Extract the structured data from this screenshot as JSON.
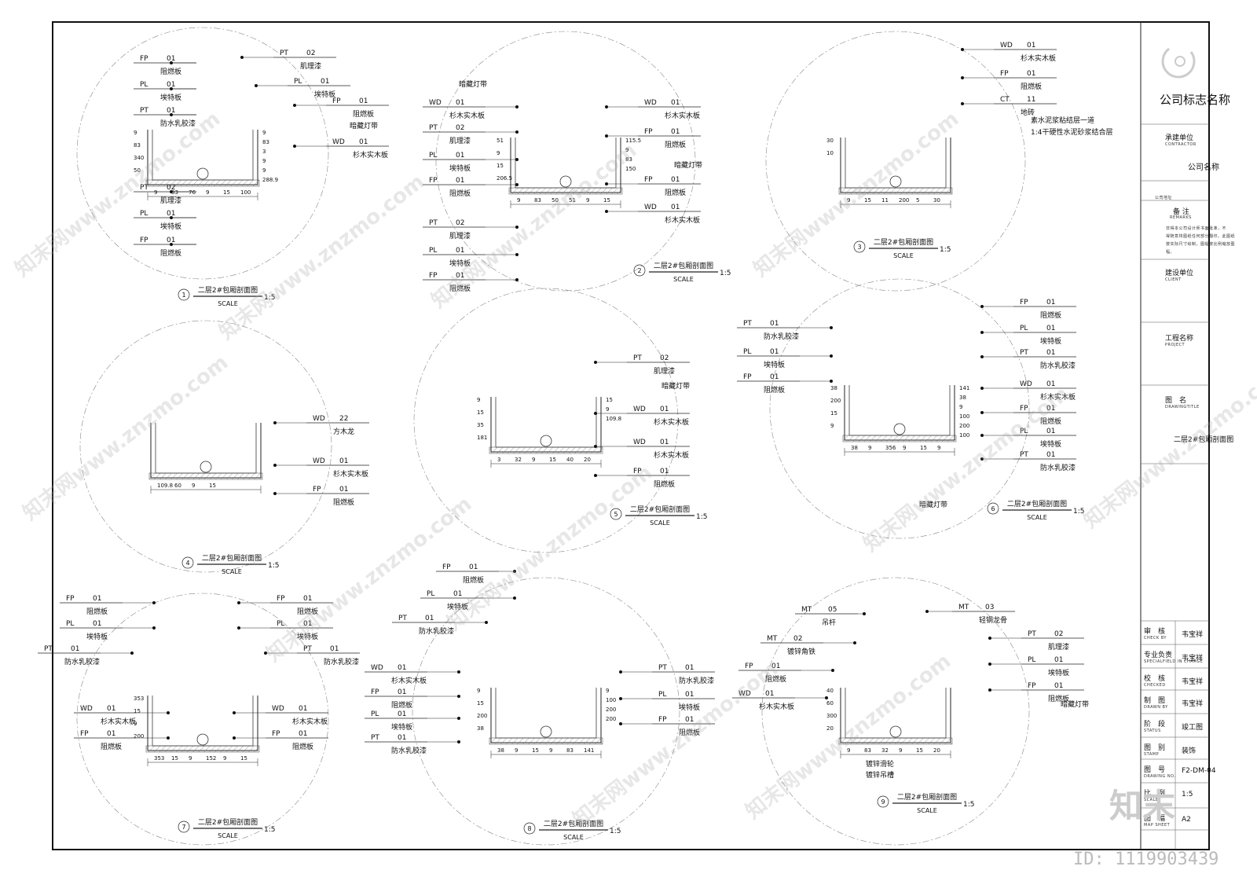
{
  "brand": {
    "company_logo_name": "公司标志名称",
    "watermark": "知末网www.znzmo.com",
    "logo_text": "知末",
    "id_text": "ID: 1119903439"
  },
  "title_block": {
    "contractor_label": "承建单位",
    "contractor_en": "CONTRACTOR",
    "company_name": "公司名称",
    "company_address": "公司地址",
    "remarks_label": "备 注",
    "remarks_en": "REMARKS",
    "remarks_text": [
      "非得本公司设计师书面批准，不",
      "得随意将图纸任何部分翻印。此图纸",
      "按实际尺寸绘制，图幅按比例缩放图",
      "幅。"
    ],
    "client_label": "建设单位",
    "client_en": "CLIENT",
    "project_label": "工程名称",
    "project_en": "PROJECT",
    "drawing_title_label": "图　名",
    "drawing_title_en": "DRAWINGTITLE",
    "drawing_title": "二层2#包厢剖面图",
    "rows": [
      {
        "label": "审　核",
        "en": "CHECK BY",
        "value": "韦宝祥"
      },
      {
        "label": "专业负责",
        "en": "SPECIALFIELD IN CHARGE",
        "value": "韦宝祥"
      },
      {
        "label": "校　核",
        "en": "CHECKED",
        "value": "韦宝祥"
      },
      {
        "label": "制　图",
        "en": "DRAWN BY",
        "value": "韦宝祥"
      },
      {
        "label": "阶　段",
        "en": "STATUS",
        "value": "竣工图"
      },
      {
        "label": "图　别",
        "en": "STAMP",
        "value": "装饰"
      },
      {
        "label": "图　号",
        "en": "DRAWING NO.",
        "value": "F2-DM-04"
      },
      {
        "label": "比　例",
        "en": "SCALE",
        "value": "1:5"
      },
      {
        "label": "图　幅",
        "en": "MAP SHEET",
        "value": "A2"
      }
    ]
  },
  "details": [
    {
      "no": "1",
      "title": "二层2#包厢剖面图",
      "scale_label": "SCALE",
      "scale": "1:5",
      "tags": [
        {
          "code": "FP",
          "num": "01",
          "text": "阻燃板"
        },
        {
          "code": "PL",
          "num": "01",
          "text": "埃特板"
        },
        {
          "code": "PT",
          "num": "01",
          "text": "防水乳胶漆"
        },
        {
          "code": "PT",
          "num": "02",
          "text": "肌理漆"
        },
        {
          "code": "PL",
          "num": "01",
          "text": "埃特板"
        },
        {
          "code": "FP",
          "num": "01",
          "text": "阻燃板"
        },
        {
          "code": "WD",
          "num": "01",
          "text": "杉木实木板"
        },
        {
          "code": "PT",
          "num": "02",
          "text": "肌理漆"
        },
        {
          "code": "PL",
          "num": "01",
          "text": "埃特板"
        },
        {
          "code": "FP",
          "num": "01",
          "text": "阻燃板"
        }
      ],
      "notes": [
        "暗藏灯带"
      ],
      "dims": [
        "9",
        "83",
        "76",
        "9",
        "15",
        "100",
        "9",
        "83",
        "340",
        "50",
        "9",
        "83",
        "3",
        "9",
        "9",
        "288.9"
      ]
    },
    {
      "no": "2",
      "title": "二层2#包厢剖面图",
      "scale_label": "SCALE",
      "scale": "1:5",
      "tags": [
        {
          "code": "WD",
          "num": "01",
          "text": "杉木实木板"
        },
        {
          "code": "PT",
          "num": "02",
          "text": "肌理漆"
        },
        {
          "code": "PL",
          "num": "01",
          "text": "埃特板"
        },
        {
          "code": "FP",
          "num": "01",
          "text": "阻燃板"
        },
        {
          "code": "PT",
          "num": "02",
          "text": "肌理漆"
        },
        {
          "code": "PL",
          "num": "01",
          "text": "埃特板"
        },
        {
          "code": "FP",
          "num": "01",
          "text": "阻燃板"
        },
        {
          "code": "WD",
          "num": "01",
          "text": "杉木实木板"
        },
        {
          "code": "FP",
          "num": "01",
          "text": "阻燃板"
        },
        {
          "code": "FP",
          "num": "01",
          "text": "阻燃板"
        },
        {
          "code": "WD",
          "num": "01",
          "text": "杉木实木板"
        }
      ],
      "notes": [
        "暗藏灯带",
        "暗藏灯带"
      ],
      "dims": [
        "9",
        "83",
        "50",
        "51",
        "9",
        "15",
        "51",
        "9",
        "15",
        "206.5",
        "115.5",
        "9",
        "83",
        "150"
      ]
    },
    {
      "no": "3",
      "title": "二层2#包厢剖面图",
      "scale_label": "SCALE",
      "scale": "1:5",
      "tags": [
        {
          "code": "WD",
          "num": "01",
          "text": "杉木实木板"
        },
        {
          "code": "FP",
          "num": "01",
          "text": "阻燃板"
        },
        {
          "code": "CT",
          "num": "11",
          "text": "地砖"
        }
      ],
      "notes": [
        "素水泥浆粘结层一道",
        "1:4干硬性水泥砂浆结合层"
      ],
      "dims": [
        "9",
        "15",
        "11",
        "200",
        "5",
        "30",
        "30",
        "10"
      ]
    },
    {
      "no": "4",
      "title": "二层2#包厢剖面图",
      "scale_label": "SCALE",
      "scale": "1:5",
      "tags": [
        {
          "code": "WD",
          "num": "22",
          "text": "方木龙"
        },
        {
          "code": "WD",
          "num": "01",
          "text": "杉木实木板"
        },
        {
          "code": "FP",
          "num": "01",
          "text": "阻燃板"
        }
      ],
      "notes": [],
      "dims": [
        "109.8",
        "60",
        "9",
        "15"
      ]
    },
    {
      "no": "5",
      "title": "二层2#包厢剖面图",
      "scale_label": "SCALE",
      "scale": "1:5",
      "tags": [
        {
          "code": "PT",
          "num": "02",
          "text": "肌理漆"
        },
        {
          "code": "WD",
          "num": "01",
          "text": "杉木实木板"
        },
        {
          "code": "WD",
          "num": "01",
          "text": "杉木实木板"
        },
        {
          "code": "FP",
          "num": "01",
          "text": "阻燃板"
        }
      ],
      "notes": [
        "暗藏灯带"
      ],
      "dims": [
        "3",
        "32",
        "9",
        "15",
        "40",
        "20",
        "9",
        "15",
        "35",
        "181",
        "15",
        "9",
        "109.8"
      ]
    },
    {
      "no": "6",
      "title": "二层2#包厢剖面图",
      "scale_label": "SCALE",
      "scale": "1:5",
      "tags": [
        {
          "code": "PT",
          "num": "01",
          "text": "防水乳胶漆"
        },
        {
          "code": "PL",
          "num": "01",
          "text": "埃特板"
        },
        {
          "code": "FP",
          "num": "01",
          "text": "阻燃板"
        },
        {
          "code": "FP",
          "num": "01",
          "text": "阻燃板"
        },
        {
          "code": "PL",
          "num": "01",
          "text": "埃特板"
        },
        {
          "code": "PT",
          "num": "01",
          "text": "防水乳胶漆"
        },
        {
          "code": "WD",
          "num": "01",
          "text": "杉木实木板"
        },
        {
          "code": "FP",
          "num": "01",
          "text": "阻燃板"
        },
        {
          "code": "PL",
          "num": "01",
          "text": "埃特板"
        },
        {
          "code": "PT",
          "num": "01",
          "text": "防水乳胶漆"
        }
      ],
      "notes": [
        "暗藏灯带"
      ],
      "dims": [
        "38",
        "9",
        "356",
        "9",
        "15",
        "9",
        "38",
        "200",
        "15",
        "9",
        "141",
        "38",
        "9",
        "100",
        "200",
        "100"
      ]
    },
    {
      "no": "7",
      "title": "二层2#包厢剖面图",
      "scale_label": "SCALE",
      "scale": "1:5",
      "tags": [
        {
          "code": "FP",
          "num": "01",
          "text": "阻燃板"
        },
        {
          "code": "PL",
          "num": "01",
          "text": "埃特板"
        },
        {
          "code": "PT",
          "num": "01",
          "text": "防水乳胶漆"
        },
        {
          "code": "WD",
          "num": "01",
          "text": "杉木实木板"
        },
        {
          "code": "FP",
          "num": "01",
          "text": "阻燃板"
        },
        {
          "code": "FP",
          "num": "01",
          "text": "阻燃板"
        },
        {
          "code": "PL",
          "num": "01",
          "text": "埃特板"
        },
        {
          "code": "PT",
          "num": "01",
          "text": "防水乳胶漆"
        },
        {
          "code": "WD",
          "num": "01",
          "text": "杉木实木板"
        },
        {
          "code": "FP",
          "num": "01",
          "text": "阻燃板"
        }
      ],
      "notes": [],
      "dims": [
        "353",
        "15",
        "9",
        "152",
        "9",
        "15",
        "353",
        "15",
        "9",
        "200"
      ]
    },
    {
      "no": "8",
      "title": "二层2#包厢剖面图",
      "scale_label": "SCALE",
      "scale": "1:5",
      "tags": [
        {
          "code": "FP",
          "num": "01",
          "text": "阻燃板"
        },
        {
          "code": "PL",
          "num": "01",
          "text": "埃特板"
        },
        {
          "code": "PT",
          "num": "01",
          "text": "防水乳胶漆"
        },
        {
          "code": "WD",
          "num": "01",
          "text": "杉木实木板"
        },
        {
          "code": "FP",
          "num": "01",
          "text": "阻燃板"
        },
        {
          "code": "PL",
          "num": "01",
          "text": "埃特板"
        },
        {
          "code": "PT",
          "num": "01",
          "text": "防水乳胶漆"
        },
        {
          "code": "PT",
          "num": "01",
          "text": "防水乳胶漆"
        },
        {
          "code": "PL",
          "num": "01",
          "text": "埃特板"
        },
        {
          "code": "FP",
          "num": "01",
          "text": "阻燃板"
        }
      ],
      "notes": [],
      "dims": [
        "38",
        "9",
        "15",
        "9",
        "83",
        "141",
        "9",
        "15",
        "200",
        "38",
        "9",
        "100",
        "200",
        "200"
      ]
    },
    {
      "no": "9",
      "title": "二层2#包厢剖面图",
      "scale_label": "SCALE",
      "scale": "1:5",
      "tags": [
        {
          "code": "MT",
          "num": "05",
          "text": "吊杆"
        },
        {
          "code": "MT",
          "num": "03",
          "text": "轻钢龙骨"
        },
        {
          "code": "MT",
          "num": "02",
          "text": "镀锌角铁"
        },
        {
          "code": "FP",
          "num": "01",
          "text": "阻燃板"
        },
        {
          "code": "WD",
          "num": "01",
          "text": "杉木实木板"
        },
        {
          "code": "PT",
          "num": "02",
          "text": "肌理漆"
        },
        {
          "code": "PL",
          "num": "01",
          "text": "埃特板"
        },
        {
          "code": "FP",
          "num": "01",
          "text": "阻燃板"
        }
      ],
      "notes": [
        "暗藏灯带",
        "镀锌滑轮",
        "镀锌吊槽"
      ],
      "dims": [
        "9",
        "83",
        "32",
        "9",
        "15",
        "20",
        "40",
        "60",
        "300",
        "20"
      ]
    }
  ]
}
